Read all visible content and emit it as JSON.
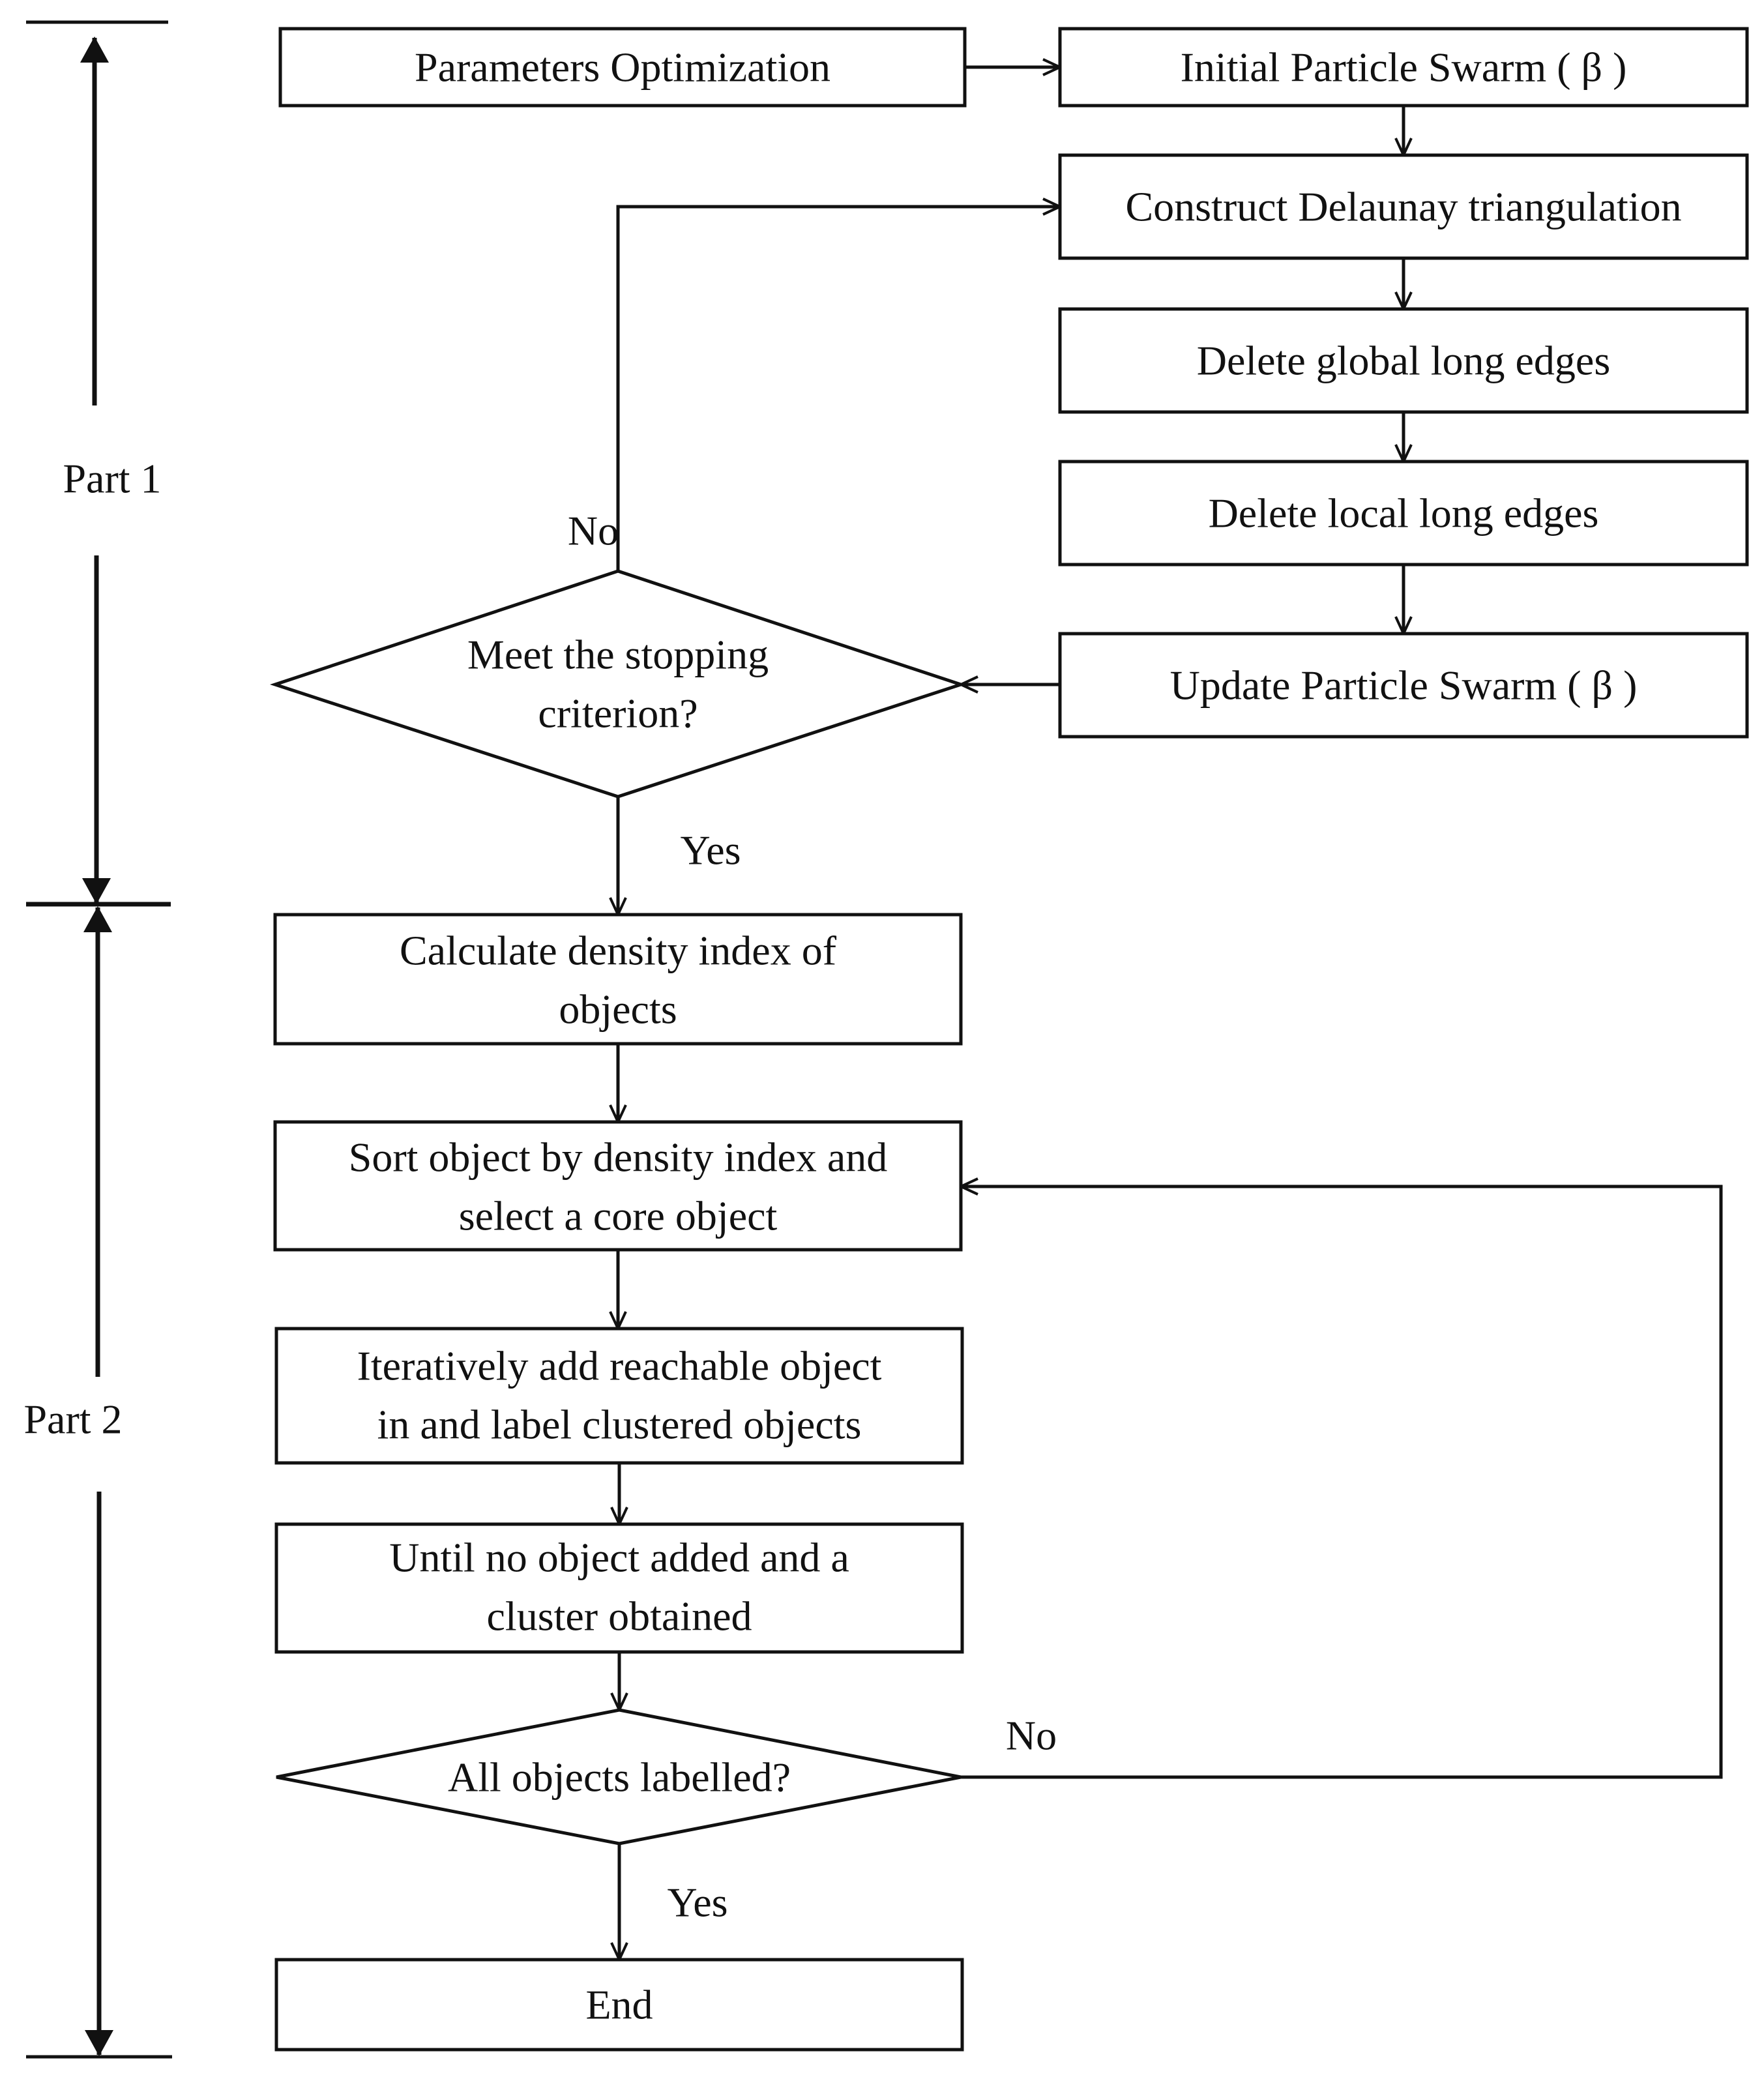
{
  "nodes": {
    "params_opt": "Parameters Optimization",
    "init_swarm": "Initial Particle Swarm ( β )",
    "construct_dt": "Construct Delaunay triangulation",
    "delete_global": "Delete global long edges",
    "delete_local": "Delete local long edges",
    "update_swarm": "Update Particle Swarm ( β )",
    "stop_criterion": [
      "Meet the stopping",
      "criterion?"
    ],
    "calc_density": [
      "Calculate density index of",
      "objects"
    ],
    "sort_select": [
      "Sort object by density index and",
      "select a core object"
    ],
    "iter_add": [
      "Iteratively add reachable object",
      "in and label clustered objects"
    ],
    "until_cluster": [
      "Until no object added and a",
      "cluster obtained"
    ],
    "all_labelled": "All objects labelled?",
    "end": "End"
  },
  "edge_labels": {
    "stop_no": "No",
    "stop_yes": "Yes",
    "labelled_no": "No",
    "labelled_yes": "Yes"
  },
  "parts": {
    "part1": "Part 1",
    "part2": "Part 2"
  }
}
